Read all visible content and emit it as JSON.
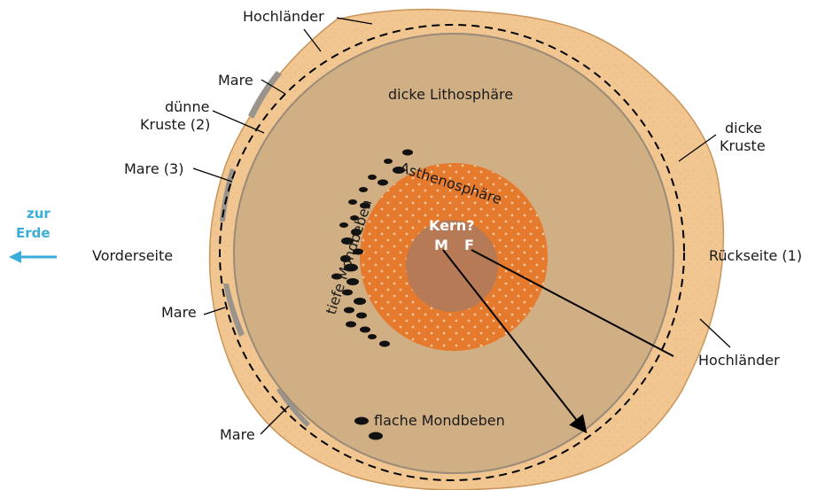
{
  "labels": {
    "hochlaender_top": "Hochländer",
    "mare_1": "Mare",
    "duenne_kruste_l1": "dünne",
    "duenne_kruste_l2": "Kruste (2)",
    "mare_3": "Mare (3)",
    "dicke_lithosphaere": "dicke Lithosphäre",
    "dicke_kruste_l1": "dicke",
    "dicke_kruste_l2": "Kruste",
    "zur": "zur",
    "erde": "Erde",
    "vorderseite": "Vorderseite",
    "rueckseite": "Rückseite (1)",
    "asthenosphaere": "Asthenosphäre",
    "tiefe_mondbeben": "tiefe Mondbeben",
    "kern": "Kern?",
    "m": "M",
    "f": "F",
    "mare_mid": "Mare",
    "hochlaender_right": "Hochländer",
    "mare_bottom": "Mare",
    "flache_mondbeben": "flache Mondbeben"
  },
  "colors": {
    "crust": "#f1c690",
    "lithosphere": "#d1af84",
    "asthenosphere": "#e57a2c",
    "core": "#b77a56",
    "mare": "#9a948d",
    "earth_arrow": "#3aaed8"
  }
}
